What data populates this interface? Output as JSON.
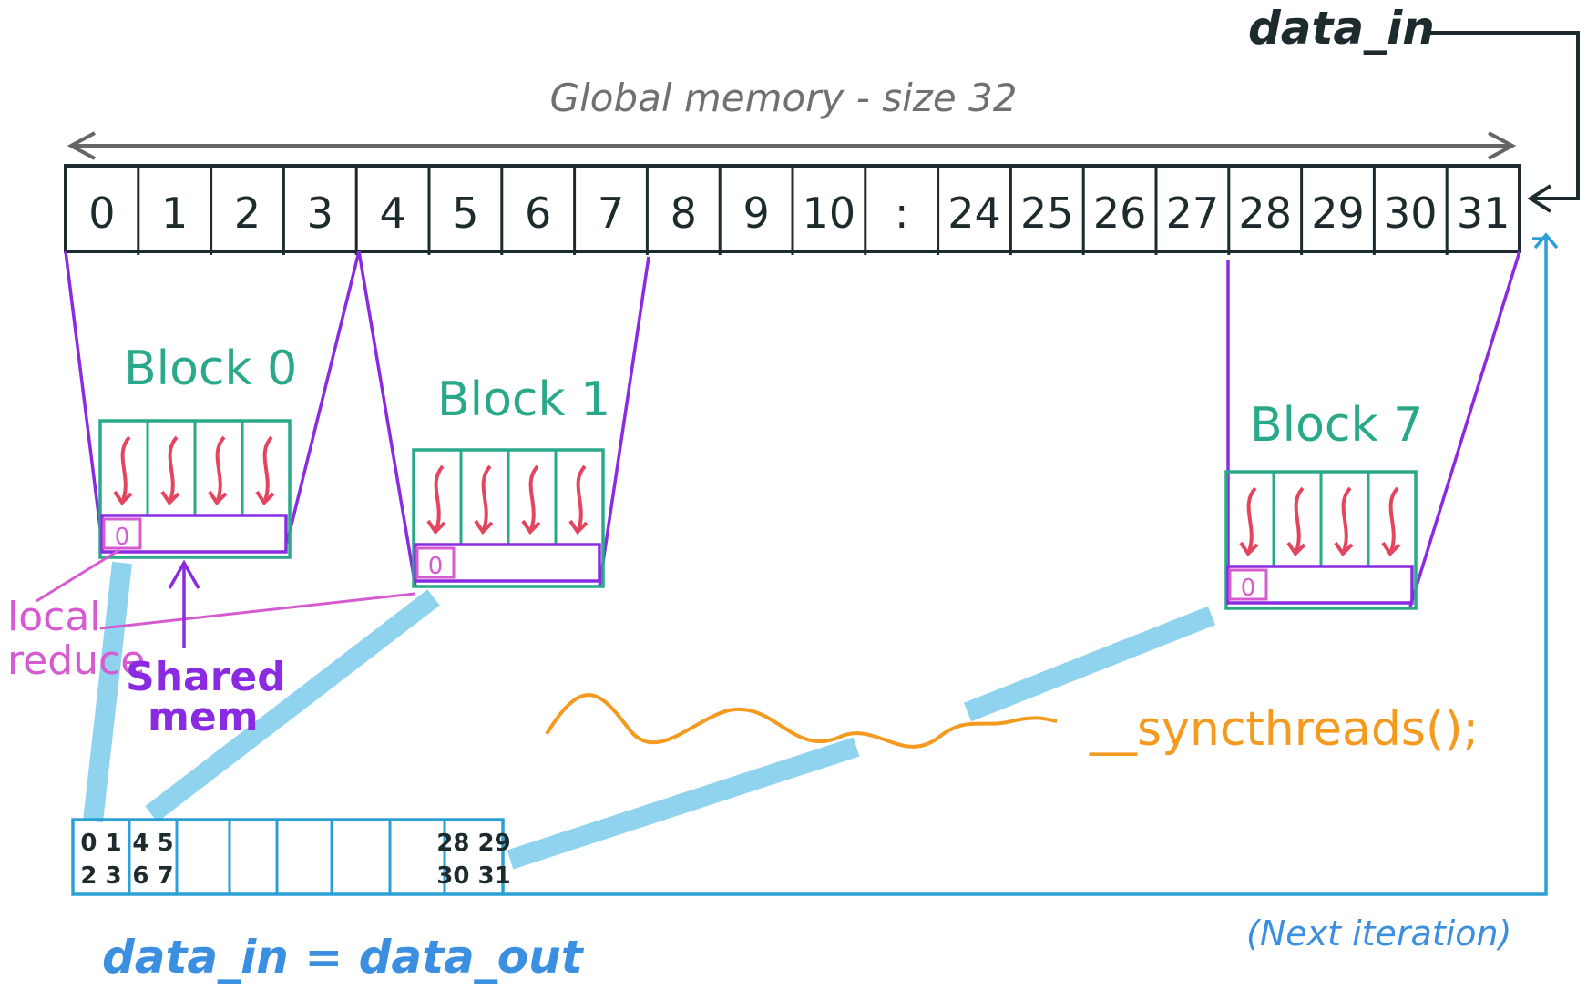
{
  "labels": {
    "data_in": "data_in",
    "global_memory": "Global memory - size 32",
    "local_reduce_1": "local",
    "local_reduce_2": "reduce",
    "shared_mem_1": "Shared",
    "shared_mem_2": "mem",
    "syncthreads": "__syncthreads();",
    "next_iteration": "(Next iteration)",
    "data_in_eq_out": "data_in = data_out"
  },
  "global_cells": [
    "0",
    "1",
    "2",
    "3",
    "4",
    "5",
    "6",
    "7",
    "8",
    "9",
    "10",
    ":",
    "24",
    "25",
    "26",
    "27",
    "28",
    "29",
    "30",
    "31"
  ],
  "blocks": [
    {
      "label": "Block 0",
      "reduce_value": "0"
    },
    {
      "label": "Block 1",
      "reduce_value": "0"
    },
    {
      "label": "Block 7",
      "reduce_value": "0"
    }
  ],
  "output_cells": [
    {
      "line1": "0 1",
      "line2": "2 3"
    },
    {
      "line1": "4 5",
      "line2": "6 7"
    },
    {
      "line1": "",
      "line2": ""
    },
    {
      "line1": "",
      "line2": ""
    },
    {
      "line1": "",
      "line2": ""
    },
    {
      "line1": "",
      "line2": ""
    },
    {
      "line1": "",
      "line2": ""
    },
    {
      "line1": "28 29",
      "line2": "30 31"
    }
  ],
  "colors": {
    "ink": "#1d2b2e",
    "grey_text": "#707070",
    "grey_arrow": "#666666",
    "block_teal": "#2aa98a",
    "thread_red": "#e4455e",
    "shared_purple": "#8a2be2",
    "local_pink": "#d65bd1",
    "data_blue": "#2b9fd6",
    "light_blue": "#8fd3ef",
    "sync_orange": "#f39a1f",
    "label_blue": "#3a8fe0"
  }
}
